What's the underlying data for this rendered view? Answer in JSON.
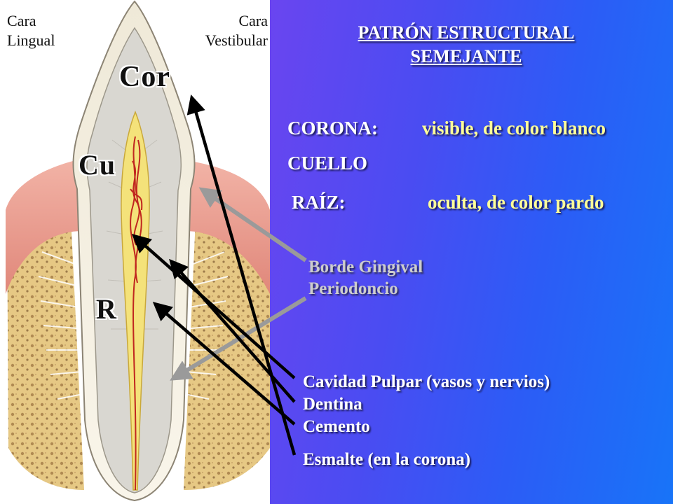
{
  "illustration": {
    "top_left_label": [
      "Cara",
      "Lingual"
    ],
    "top_right_label": [
      "Cara",
      "Vestibular"
    ],
    "zone_crown": "Cor",
    "zone_neck": "Cu",
    "zone_root": "R"
  },
  "slide": {
    "title": [
      "PATRÓN ESTRUCTURAL",
      "SEMEJANTE"
    ],
    "parts": [
      {
        "term": "CORONA:",
        "description": "visible, de color blanco"
      },
      {
        "term": "CUELLO",
        "description": ""
      },
      {
        "term": "RAÍZ:",
        "description": "oculta, de color pardo"
      }
    ],
    "soft_tissue_labels": [
      "Borde Gingival",
      "Periodoncio"
    ],
    "tooth_tissue_labels": [
      "Cavidad Pulpar (vasos y nervios)",
      "Dentina",
      "Cemento",
      "Esmalte (en la corona)"
    ]
  },
  "colors": {
    "panel_gradient_start": "#6a45f0",
    "panel_gradient_end": "#1874f8",
    "description_text": "#ffff99",
    "gray_arrow": "#9a9a9a",
    "black_arrow": "#000000",
    "bone": "#e6c884",
    "gingiva": "#e89a8a",
    "enamel": "#f7f2e3",
    "dentin": "#d6d4ce",
    "pulp_vessels": "#c0261f"
  }
}
